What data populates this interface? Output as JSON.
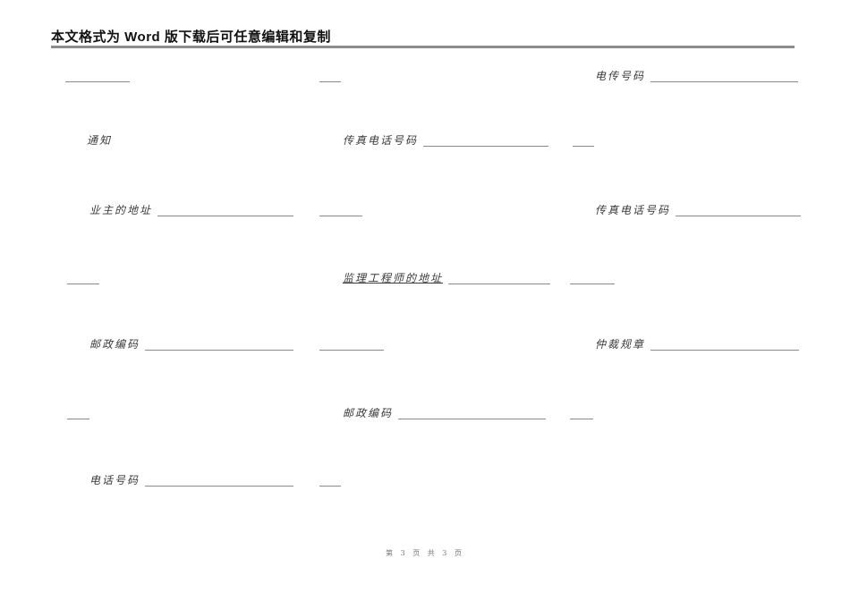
{
  "header": {
    "notice_text": "本文格式为 Word 版下载后可任意编辑和复制"
  },
  "fields": [
    {
      "name": "blank-line-1",
      "label": "",
      "has_blank": true
    },
    {
      "name": "blank-line-2",
      "label": "",
      "has_blank": true
    },
    {
      "name": "telex-number",
      "label": "电传号码",
      "has_blank": true
    },
    {
      "name": "notice",
      "label": "通知",
      "has_blank": false
    },
    {
      "name": "fax-phone-number-1",
      "label": "传真电话号码",
      "has_blank": true
    },
    {
      "name": "blank-line-3",
      "label": "",
      "has_blank": true
    },
    {
      "name": "owner-address",
      "label": "业主的地址",
      "has_blank": true
    },
    {
      "name": "blank-line-4",
      "label": "",
      "has_blank": true
    },
    {
      "name": "fax-phone-number-2",
      "label": "传真电话号码",
      "has_blank": true
    },
    {
      "name": "blank-line-5",
      "label": "",
      "has_blank": true
    },
    {
      "name": "engineer-address",
      "label": "监理工程师的地址",
      "has_blank": true
    },
    {
      "name": "blank-line-6",
      "label": "",
      "has_blank": true
    },
    {
      "name": "postal-code-1",
      "label": "邮政编码",
      "has_blank": true
    },
    {
      "name": "blank-line-7",
      "label": "",
      "has_blank": true
    },
    {
      "name": "arbitration-rules",
      "label": "仲裁规章",
      "has_blank": true
    },
    {
      "name": "blank-line-8",
      "label": "",
      "has_blank": true
    },
    {
      "name": "postal-code-2",
      "label": "邮政编码",
      "has_blank": true
    },
    {
      "name": "blank-line-9",
      "label": "",
      "has_blank": true
    },
    {
      "name": "phone-number",
      "label": "电话号码",
      "has_blank": true
    },
    {
      "name": "blank-line-10",
      "label": "",
      "has_blank": true
    }
  ],
  "footer": {
    "page_indicator": "第 3 页 共 3 页"
  },
  "colors": {
    "header_text": "#111111",
    "header_rule": "#8c8c8c",
    "body_text": "#3a3a3a",
    "blank_line": "#8a8a8a",
    "footer_text": "#7a7a7a"
  }
}
